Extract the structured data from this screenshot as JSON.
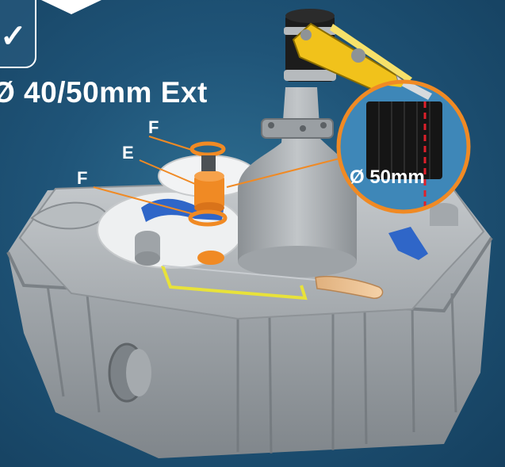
{
  "heading": {
    "step_glyph": "✓",
    "title": "Ø 40/50mm Ext"
  },
  "parts": {
    "label_f_upper": "F",
    "label_e": "E",
    "label_f_lower": "F"
  },
  "zoom": {
    "diameter_label": "Ø 50mm"
  },
  "colors": {
    "background": "#1f5478",
    "unit_body": "#9a9fa3",
    "accent_orange": "#f08a24",
    "knife_yellow": "#f1c21b",
    "saw_frame": "#e8e23a",
    "blue_part": "#2f66c8"
  }
}
